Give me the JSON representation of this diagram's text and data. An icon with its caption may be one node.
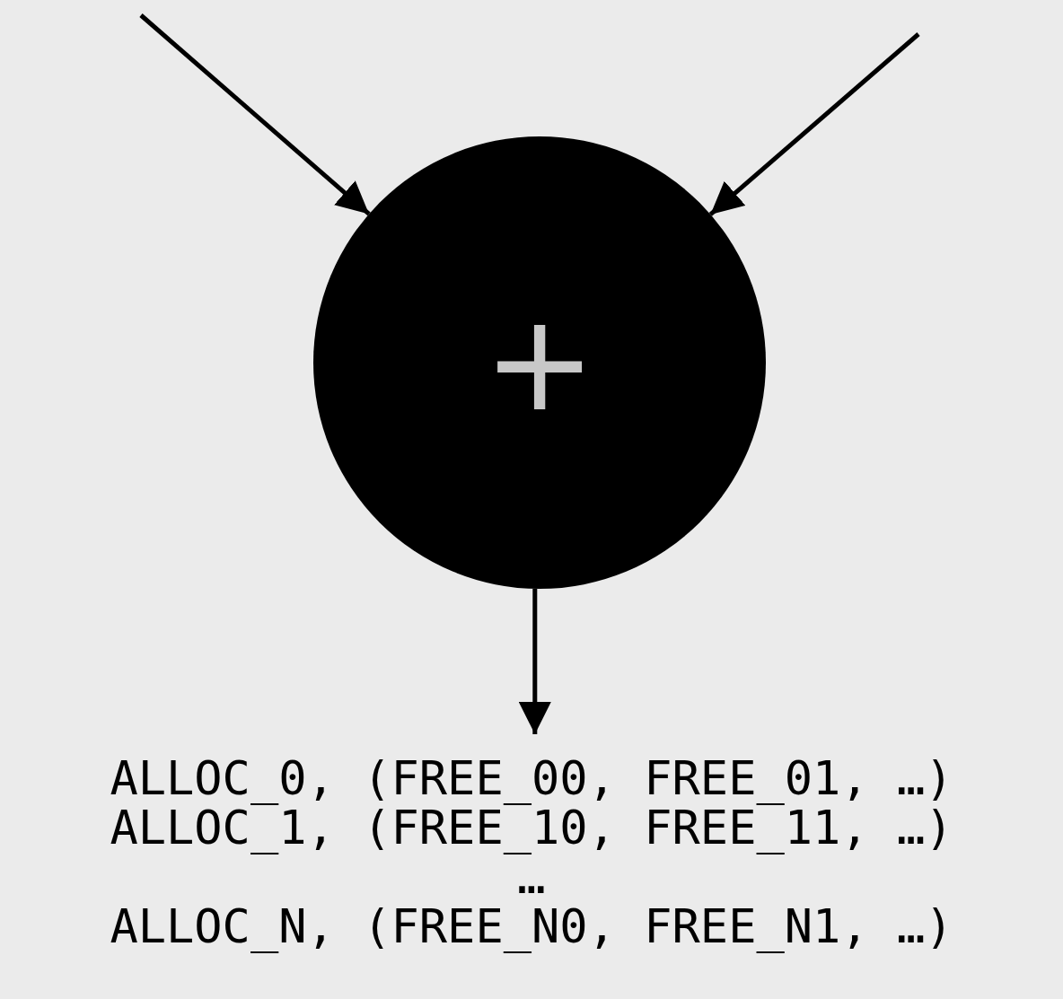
{
  "diagram": {
    "nodes": [
      {
        "text": [
          "+"
        ]
      },
      {
        "text": [
          "ALLOC_0, (FREE_00, FREE_01, …)",
          "ALLOC_1, (FREE_10, FREE_11, …)",
          "…",
          "ALLOC_N, (FREE_N0, FREE_N1, …)"
        ]
      }
    ],
    "edges": [
      {
        "from": null,
        "to": 0,
        "arrow": "to"
      },
      {
        "from": null,
        "to": 0,
        "arrow": "to"
      },
      {
        "from": 0,
        "to": 1,
        "arrow": "to"
      }
    ]
  }
}
